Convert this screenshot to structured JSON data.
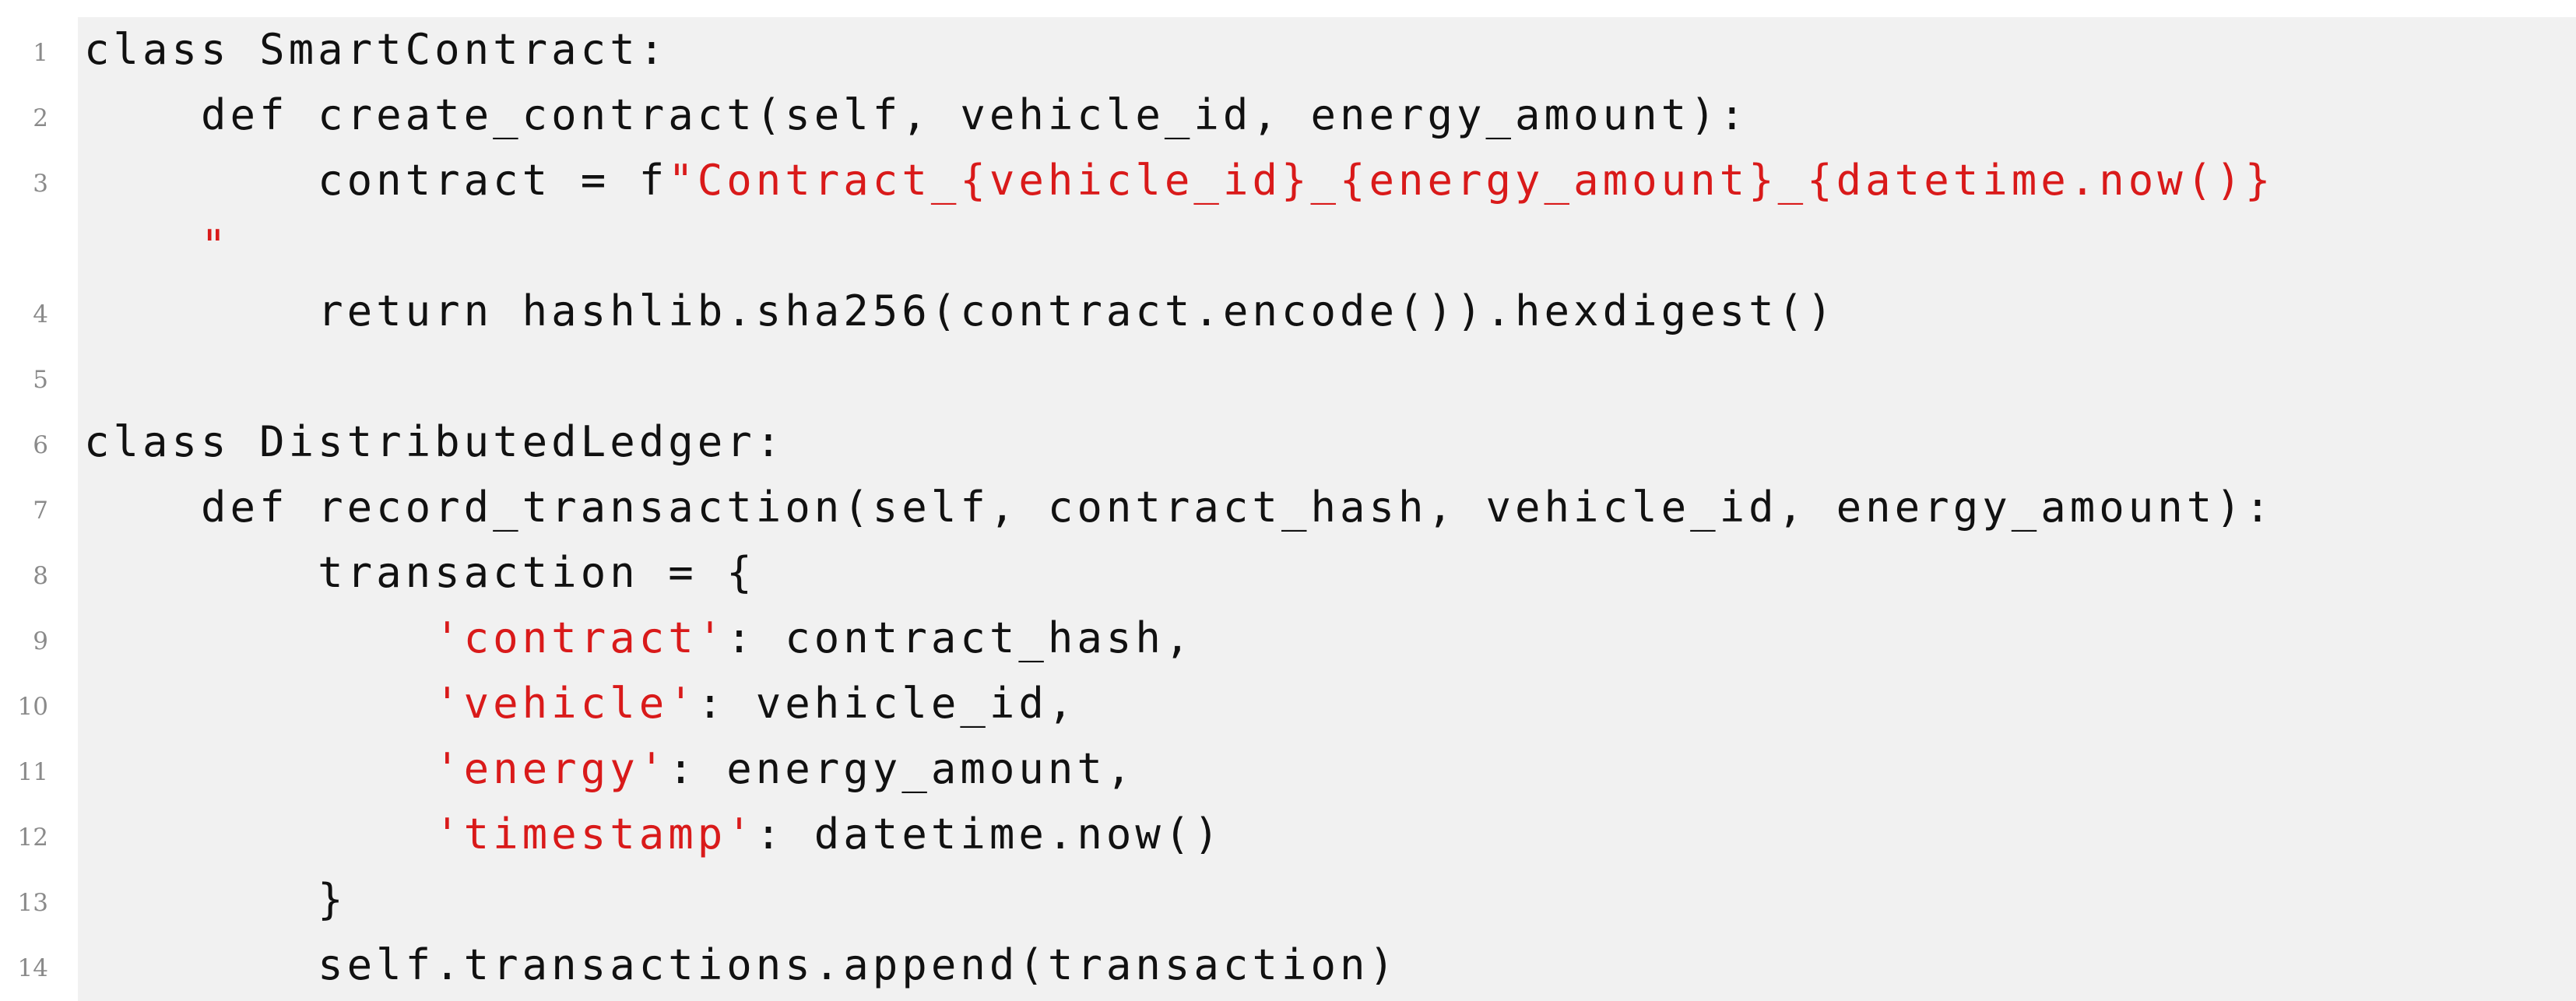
{
  "listing": {
    "lines": [
      {
        "num": "1",
        "indent": "",
        "segments": [
          {
            "t": "class SmartContract:",
            "k": "plain"
          }
        ]
      },
      {
        "num": "2",
        "indent": "    ",
        "segments": [
          {
            "t": "def create_contract(self, vehicle_id, energy_amount):",
            "k": "plain"
          }
        ]
      },
      {
        "num": "3",
        "indent": "        ",
        "segments": [
          {
            "t": "contract = f",
            "k": "plain"
          },
          {
            "t": "\"Contract_{vehicle_id}_{energy_amount}_{datetime.now()}",
            "k": "str"
          }
        ]
      },
      {
        "num": "",
        "indent": "    ",
        "segments": [
          {
            "t": "\"",
            "k": "str"
          }
        ]
      },
      {
        "num": "4",
        "indent": "        ",
        "segments": [
          {
            "t": "return hashlib.sha256(contract.encode()).hexdigest()",
            "k": "plain"
          }
        ]
      },
      {
        "num": "5",
        "indent": "",
        "segments": []
      },
      {
        "num": "6",
        "indent": "",
        "segments": [
          {
            "t": "class DistributedLedger:",
            "k": "plain"
          }
        ]
      },
      {
        "num": "7",
        "indent": "    ",
        "segments": [
          {
            "t": "def record_transaction(self, contract_hash, vehicle_id, energy_amount):",
            "k": "plain"
          }
        ]
      },
      {
        "num": "8",
        "indent": "        ",
        "segments": [
          {
            "t": "transaction = {",
            "k": "plain"
          }
        ]
      },
      {
        "num": "9",
        "indent": "            ",
        "segments": [
          {
            "t": "'contract'",
            "k": "str"
          },
          {
            "t": ": contract_hash,",
            "k": "plain"
          }
        ]
      },
      {
        "num": "10",
        "indent": "            ",
        "segments": [
          {
            "t": "'vehicle'",
            "k": "str"
          },
          {
            "t": ": vehicle_id,",
            "k": "plain"
          }
        ]
      },
      {
        "num": "11",
        "indent": "            ",
        "segments": [
          {
            "t": "'energy'",
            "k": "str"
          },
          {
            "t": ": energy_amount,",
            "k": "plain"
          }
        ]
      },
      {
        "num": "12",
        "indent": "            ",
        "segments": [
          {
            "t": "'timestamp'",
            "k": "str"
          },
          {
            "t": ": datetime.now()",
            "k": "plain"
          }
        ]
      },
      {
        "num": "13",
        "indent": "        ",
        "segments": [
          {
            "t": "}",
            "k": "plain"
          }
        ]
      },
      {
        "num": "14",
        "indent": "        ",
        "segments": [
          {
            "t": "self.transactions.append(transaction)",
            "k": "plain"
          }
        ]
      }
    ]
  },
  "colors": {
    "background": "#f1f1f1",
    "text": "#111111",
    "string": "#d91a1a",
    "line_number": "#8a8a8a"
  }
}
